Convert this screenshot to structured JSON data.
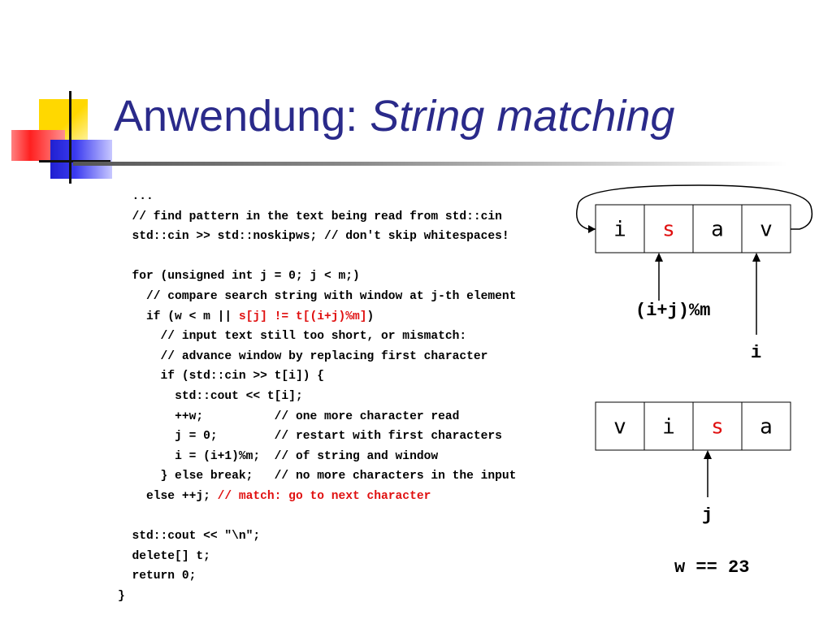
{
  "slide": {
    "title_plain": "Anwendung: ",
    "title_italic": "String matching"
  },
  "code_lines": [
    {
      "indent": "  ",
      "parts": [
        {
          "text": "...",
          "red": false
        }
      ]
    },
    {
      "indent": "  ",
      "parts": [
        {
          "text": "// find pattern in the text being read from std::cin",
          "red": false
        }
      ]
    },
    {
      "indent": "  ",
      "parts": [
        {
          "text": "std::cin >> std::noskipws; // don't skip whitespaces!",
          "red": false
        }
      ]
    },
    {
      "indent": "",
      "parts": []
    },
    {
      "indent": "  ",
      "parts": [
        {
          "text": "for (unsigned int j = 0; j < m;)",
          "red": false
        }
      ]
    },
    {
      "indent": "    ",
      "parts": [
        {
          "text": "// compare search string with window at j-th element",
          "red": false
        }
      ]
    },
    {
      "indent": "    ",
      "parts": [
        {
          "text": "if (w < m || ",
          "red": false
        },
        {
          "text": "s[j] != t[(i+j)%m]",
          "red": true
        },
        {
          "text": ")",
          "red": false
        }
      ]
    },
    {
      "indent": "      ",
      "parts": [
        {
          "text": "// input text still too short, or mismatch:",
          "red": false
        }
      ]
    },
    {
      "indent": "      ",
      "parts": [
        {
          "text": "// advance window by replacing first character",
          "red": false
        }
      ]
    },
    {
      "indent": "      ",
      "parts": [
        {
          "text": "if (std::cin >> t[i]) {",
          "red": false
        }
      ]
    },
    {
      "indent": "        ",
      "parts": [
        {
          "text": "std::cout << t[i];",
          "red": false
        }
      ]
    },
    {
      "indent": "        ",
      "parts": [
        {
          "text": "++w;          // one more character read",
          "red": false
        }
      ]
    },
    {
      "indent": "        ",
      "parts": [
        {
          "text": "j = 0;        // restart with first characters",
          "red": false
        }
      ]
    },
    {
      "indent": "        ",
      "parts": [
        {
          "text": "i = (i+1)%m;  // of string and window",
          "red": false
        }
      ]
    },
    {
      "indent": "      ",
      "parts": [
        {
          "text": "} else break;   // no more characters in the input",
          "red": false
        }
      ]
    },
    {
      "indent": "    ",
      "parts": [
        {
          "text": "else ++j; ",
          "red": false
        },
        {
          "text": "// match: go to next character",
          "red": true
        }
      ]
    },
    {
      "indent": "",
      "parts": []
    },
    {
      "indent": "  ",
      "parts": [
        {
          "text": "std::cout << \"\\n\";",
          "red": false
        }
      ]
    },
    {
      "indent": "  ",
      "parts": [
        {
          "text": "delete[] t;",
          "red": false
        }
      ]
    },
    {
      "indent": "  ",
      "parts": [
        {
          "text": "return 0;",
          "red": false
        }
      ]
    },
    {
      "indent": "",
      "parts": [
        {
          "text": "}",
          "red": false
        }
      ]
    }
  ],
  "diagram": {
    "window_cells": [
      {
        "char": "i",
        "highlight": false
      },
      {
        "char": "s",
        "highlight": true
      },
      {
        "char": "a",
        "highlight": false
      },
      {
        "char": "v",
        "highlight": false
      }
    ],
    "pattern_cells": [
      {
        "char": "v",
        "highlight": false
      },
      {
        "char": "i",
        "highlight": false
      },
      {
        "char": "s",
        "highlight": true
      },
      {
        "char": "a",
        "highlight": false
      }
    ],
    "label_index_expr": "(i+j)%m",
    "label_i": "i",
    "label_j": "j",
    "label_w": "w == 23"
  },
  "colors": {
    "title": "#2a2a8a",
    "highlight": "#e01010",
    "text": "#000000"
  }
}
